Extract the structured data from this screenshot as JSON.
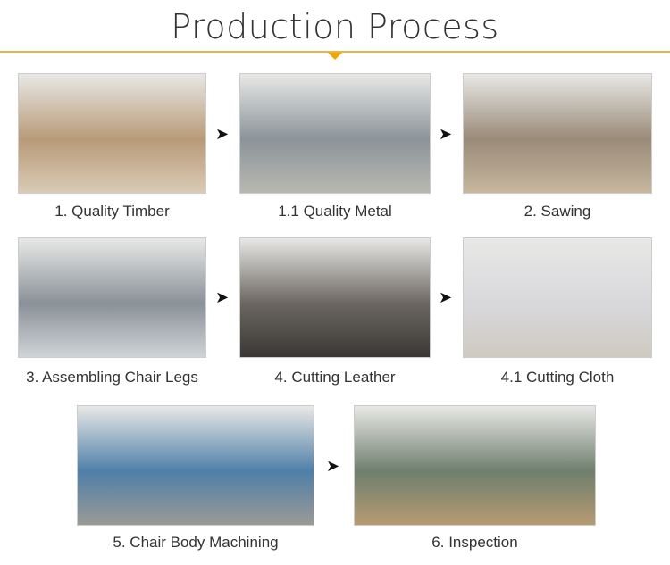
{
  "title": "Production Process",
  "accent_color": "#f5a300",
  "rule_color": "#e3b64a",
  "steps": [
    {
      "label": "1. Quality Timber",
      "tone": "#b89a78",
      "floor": "#d9cbb6"
    },
    {
      "label": "1.1 Quality Metal",
      "tone": "#8c949a",
      "floor": "#b8b8b0"
    },
    {
      "label": "2. Sawing",
      "tone": "#9a8a78",
      "floor": "#c7b79f"
    },
    {
      "label": "3. Assembling Chair Legs",
      "tone": "#8a9198",
      "floor": "#cfd3d6"
    },
    {
      "label": "4. Cutting Leather",
      "tone": "#6b6660",
      "floor": "#3a3836"
    },
    {
      "label": "4.1 Cutting Cloth",
      "tone": "#d8d8dc",
      "floor": "#cfcac0"
    },
    {
      "label": "5. Chair Body Machining",
      "tone": "#4f7fa8",
      "floor": "#9a9a96"
    },
    {
      "label": "6. Inspection",
      "tone": "#6f7f6e",
      "floor": "#b69a72"
    }
  ],
  "arrow_glyph": "➤"
}
